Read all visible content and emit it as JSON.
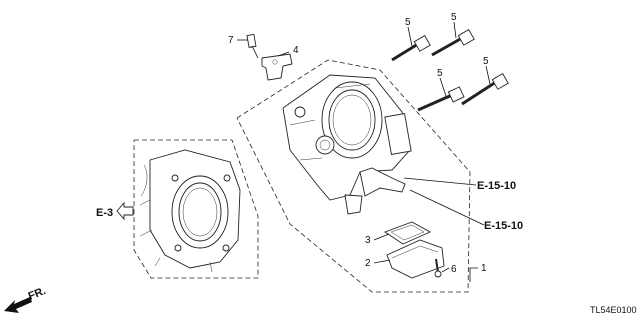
{
  "callouts": {
    "c1": "1",
    "c2": "2",
    "c3": "3",
    "c4": "4",
    "c5a": "5",
    "c5b": "5",
    "c5c": "5",
    "c5d": "5",
    "c6": "6",
    "c7": "7"
  },
  "references": {
    "e15_upper": "E-15-10",
    "e15_lower": "E-15-10",
    "e3": "E-3"
  },
  "direction_label": "FR.",
  "diagram_code": "TL54E0100"
}
